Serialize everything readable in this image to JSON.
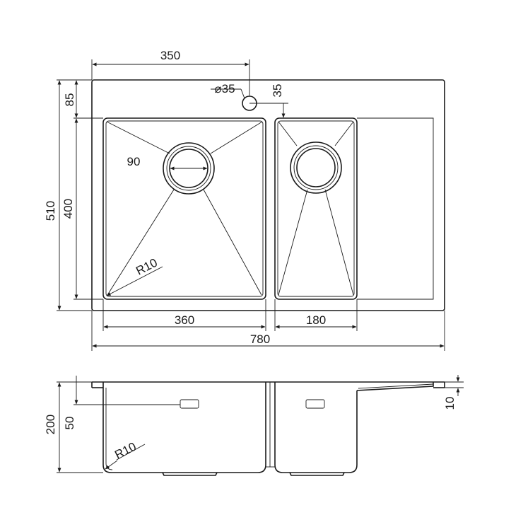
{
  "drawing": {
    "colors": {
      "line": "#1a1a1a",
      "background": "#ffffff"
    },
    "plan": {
      "dim_tap_offset": "350",
      "dim_tap_hole": "⌀35",
      "dim_tap_gap": "35",
      "dim_top_margin": "85",
      "dim_total_depth": "510",
      "dim_bowl_depth": "400",
      "dim_drain": "90",
      "dim_radius": "R10",
      "dim_large_bowl_width": "360",
      "dim_small_bowl_width": "180",
      "dim_total_width": "780"
    },
    "section": {
      "dim_depth": "200",
      "dim_overflow": "50",
      "dim_radius": "R10",
      "dim_deck": "10"
    }
  }
}
